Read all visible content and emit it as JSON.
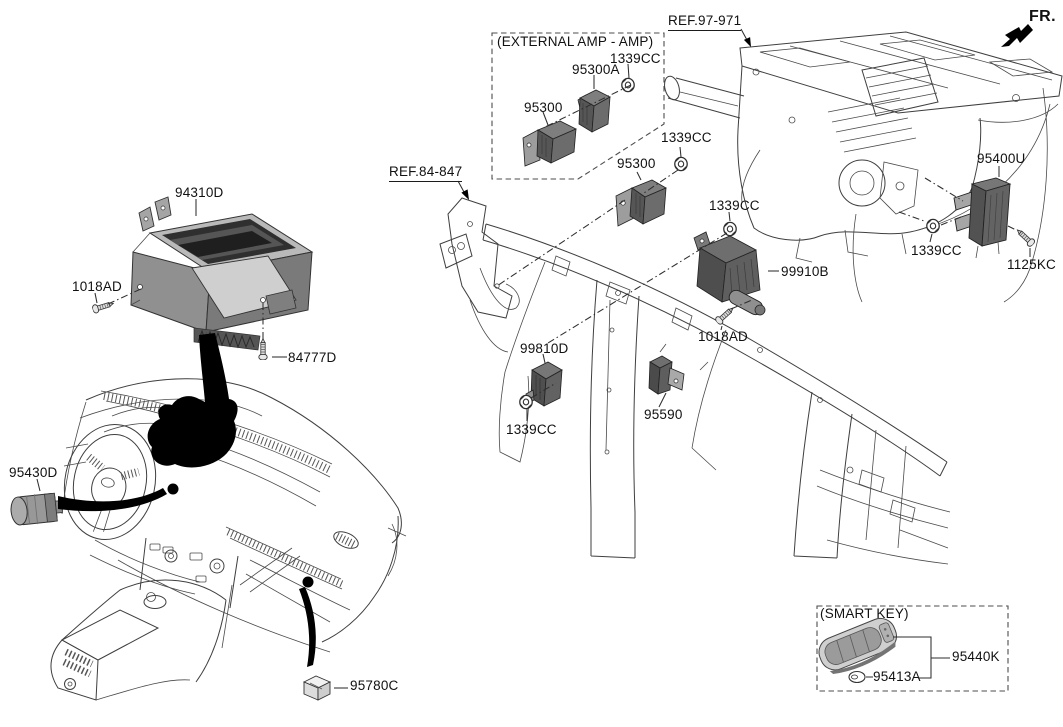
{
  "diagram": {
    "direction_label": "FR.",
    "references": [
      {
        "label": "REF.97-971"
      },
      {
        "label": "REF.84-847"
      }
    ],
    "groups": {
      "external_amp": "(EXTERNAL AMP - AMP)",
      "smart_key": "(SMART KEY)"
    },
    "callouts": [
      {
        "part": "94310D"
      },
      {
        "part": "1018AD"
      },
      {
        "part": "84777D"
      },
      {
        "part": "95430D"
      },
      {
        "part": "95780C"
      },
      {
        "part": "95300"
      },
      {
        "part": "95300A"
      },
      {
        "part": "1339CC"
      },
      {
        "part": "1339CC"
      },
      {
        "part": "95300"
      },
      {
        "part": "99810D"
      },
      {
        "part": "1339CC"
      },
      {
        "part": "95590"
      },
      {
        "part": "1339CC"
      },
      {
        "part": "99910B"
      },
      {
        "part": "1018AD"
      },
      {
        "part": "95400U"
      },
      {
        "part": "1339CC"
      },
      {
        "part": "1125KC"
      },
      {
        "part": "95440K"
      },
      {
        "part": "95413A"
      }
    ],
    "colors": {
      "line": "#3f3f3f",
      "label_text": "#111111",
      "locator_fill": "#000000",
      "module_gray": "#6b6b6b",
      "bracket_gray": "#9d9d9d",
      "panel_light": "#c9c9c9"
    }
  }
}
